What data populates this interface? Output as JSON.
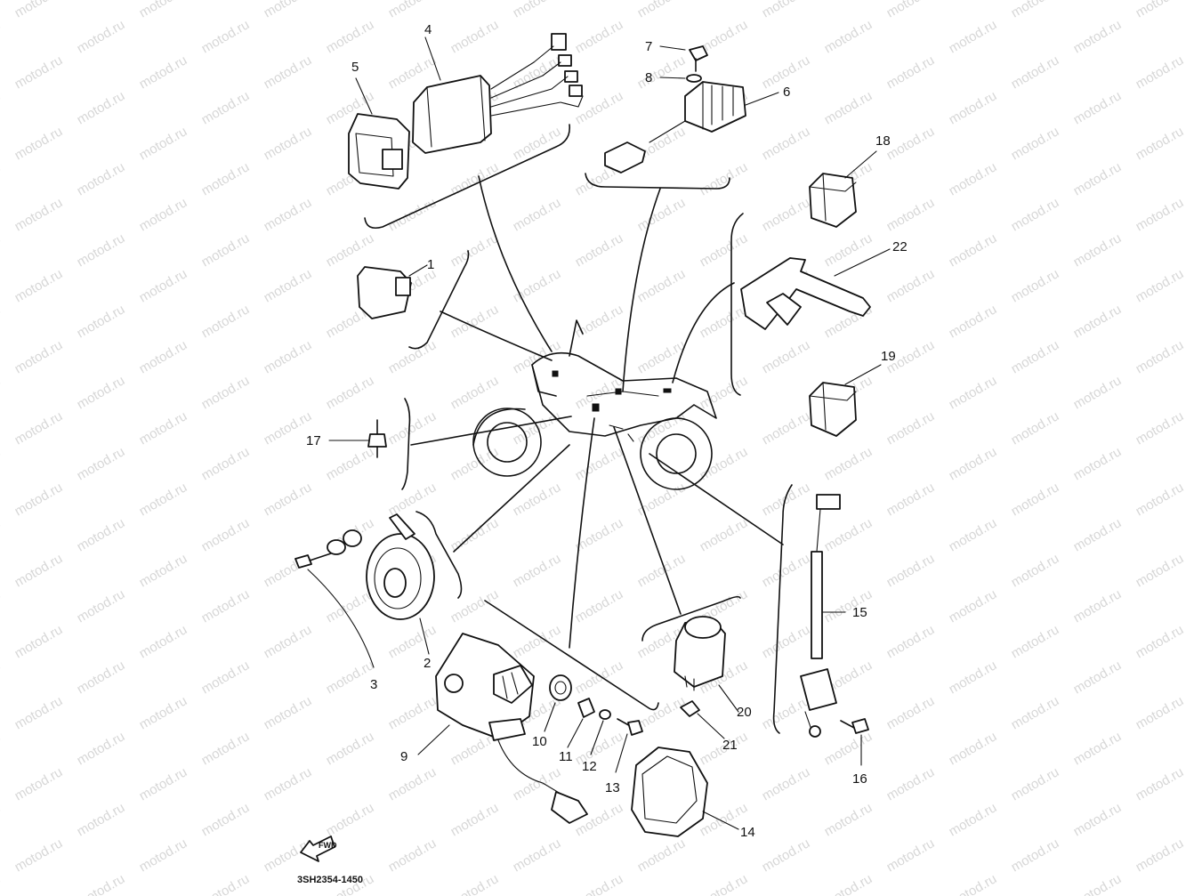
{
  "watermark": "motod.ru",
  "diagram_code": "3SH2354-1450",
  "forward_arrow_text": "FWD",
  "callouts": [
    {
      "id": "1",
      "text": "1"
    },
    {
      "id": "2",
      "text": "2"
    },
    {
      "id": "3",
      "text": "3"
    },
    {
      "id": "4",
      "text": "4"
    },
    {
      "id": "5",
      "text": "5"
    },
    {
      "id": "6",
      "text": "6"
    },
    {
      "id": "7",
      "text": "7"
    },
    {
      "id": "8",
      "text": "8"
    },
    {
      "id": "9",
      "text": "9"
    },
    {
      "id": "10",
      "text": "10"
    },
    {
      "id": "11",
      "text": "11"
    },
    {
      "id": "12",
      "text": "12"
    },
    {
      "id": "13",
      "text": "13"
    },
    {
      "id": "14",
      "text": "14"
    },
    {
      "id": "15",
      "text": "15"
    },
    {
      "id": "16",
      "text": "16"
    },
    {
      "id": "17",
      "text": "17"
    },
    {
      "id": "18",
      "text": "18"
    },
    {
      "id": "19",
      "text": "19"
    },
    {
      "id": "20",
      "text": "20"
    },
    {
      "id": "21",
      "text": "21"
    },
    {
      "id": "22",
      "text": "22"
    }
  ]
}
